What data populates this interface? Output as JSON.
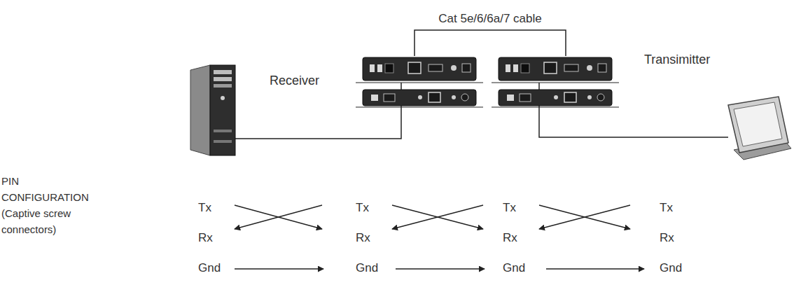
{
  "diagram": {
    "nodes": [
      {
        "text": [
          "Receiver"
        ]
      },
      {
        "text": [
          "Transimitter"
        ]
      }
    ],
    "edges": [
      {
        "from": 0,
        "to": 1,
        "arrow": "none",
        "label": "Cat 5e/6/6a/7 cable"
      }
    ],
    "labels": [
      "PIN CONFIGURATION (Captive screw connectors)",
      "Tx",
      "Rx",
      "Gnd",
      "Tx",
      "Rx",
      "Gnd",
      "Tx",
      "Rx",
      "Gnd",
      "Tx",
      "Rx",
      "Gnd"
    ]
  }
}
